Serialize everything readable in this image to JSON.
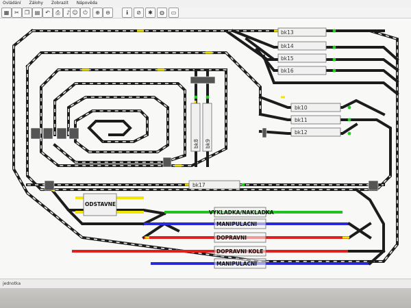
{
  "menu": [
    "Ovládání",
    "Zálohy",
    "Zobrazit",
    "Nápověda"
  ],
  "toolbar_icons": [
    "grid-icon",
    "cut-icon",
    "copy-icon",
    "paste-icon",
    "undo-icon",
    "print-icon",
    "sound-icon",
    "user-icon",
    "zoom-in-icon",
    "zoom-out-icon",
    "info-icon",
    "stop-icon",
    "bug-icon",
    "globe-icon",
    "file-icon"
  ],
  "blocks": {
    "bk13": "bk13",
    "bk14": "bk14",
    "bk15": "bk15",
    "bk16": "bk16",
    "bk10": "bk10",
    "bk11": "bk11",
    "bk12": "bk12",
    "bk8": "bk8",
    "bk9": "bk9",
    "bk17": "bk17"
  },
  "sidings": {
    "odstavne": "ODSTAVNE",
    "vykladka": "VYKLADKA/NAKLADKA",
    "manipulacni1": "MANIPULACNI",
    "dopravni": "DOPRAVNI",
    "dopravni_kole": "DOPRAVNI KOLE",
    "manipulacni2": "MANIPULACNI"
  },
  "statusbar": {
    "text": "jednotka"
  },
  "colors": {
    "track": "#222222",
    "occupied_yellow": "#f2e600",
    "green": "#22c022",
    "blue": "#2a2ad8",
    "red": "#e02020",
    "signal_green": "#1fd11f"
  }
}
